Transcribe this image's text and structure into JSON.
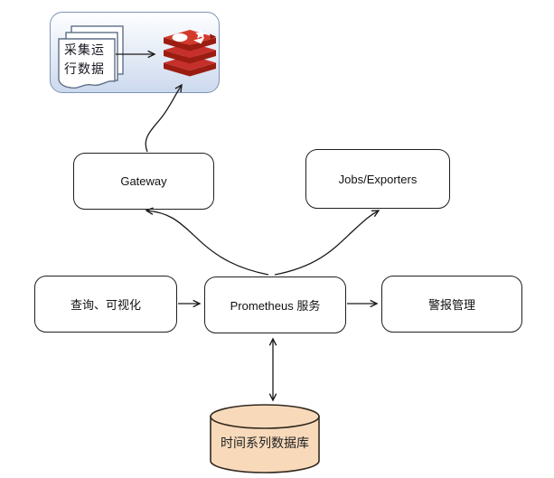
{
  "nodes": {
    "collect_note": {
      "label": "采集运行数据"
    },
    "gateway": {
      "label": "Gateway"
    },
    "jobs_exporters": {
      "label": "Jobs/Exporters"
    },
    "prometheus": {
      "label": "Prometheus 服务"
    },
    "query_visualization": {
      "label": "查询、可视化"
    },
    "alert_management": {
      "label": "警报管理"
    },
    "tsdb": {
      "label": "时间系列数据库"
    }
  },
  "icons": {
    "documents": "document-stack-icon",
    "redis": "redis-database-icon",
    "tsdb_cylinder": "database-cylinder-icon"
  },
  "edges": [
    {
      "from": "collect_note",
      "to": "redis",
      "type": "straight-arrow"
    },
    {
      "from": "gateway",
      "to": "redis",
      "type": "curved-arrow"
    },
    {
      "from": "prometheus",
      "to": "gateway",
      "type": "curved-arrow"
    },
    {
      "from": "prometheus",
      "to": "jobs_exporters",
      "type": "curved-arrow"
    },
    {
      "from": "query_visualization",
      "to": "prometheus",
      "type": "straight-arrow"
    },
    {
      "from": "prometheus",
      "to": "alert_management",
      "type": "straight-arrow"
    },
    {
      "from": "prometheus",
      "to": "tsdb",
      "type": "double-arrow"
    }
  ],
  "colors": {
    "background": "#ffffff",
    "box_border": "#1f1f1f",
    "line": "#1a1a1a",
    "container_fill_top": "#fdfeff",
    "container_fill_bottom": "#ccd9ee",
    "container_border": "#7e95b5",
    "page_border": "#5f6e86",
    "redis_red": "#c6302b",
    "redis_dark_red": "#9b1d12",
    "cylinder_fill": "#f8dabb",
    "cylinder_border": "#33291f"
  }
}
